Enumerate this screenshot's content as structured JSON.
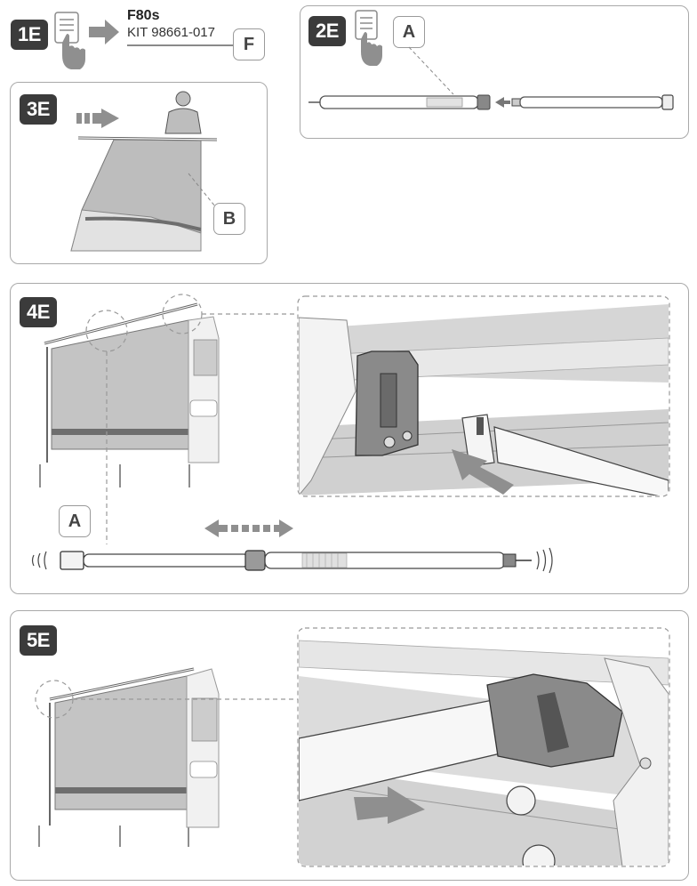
{
  "steps": {
    "s1": "1E",
    "s2": "2E",
    "s3": "3E",
    "s4": "4E",
    "s5": "5E"
  },
  "kit": {
    "name": "F80s",
    "code": "KIT 98661-017"
  },
  "callouts": {
    "f": "F",
    "a_step2": "A",
    "b_step3": "B",
    "a_step4": "A"
  },
  "colors": {
    "panel_border": "#a9a9a9",
    "step_badge": "#3b3b3b",
    "arrow": "#8f8f8f",
    "fabric": "#bdbdbd",
    "stripe": "#6e6e6e"
  },
  "icons": [
    "document-hand-icon",
    "right-arrow-icon",
    "double-arrow-icon"
  ]
}
